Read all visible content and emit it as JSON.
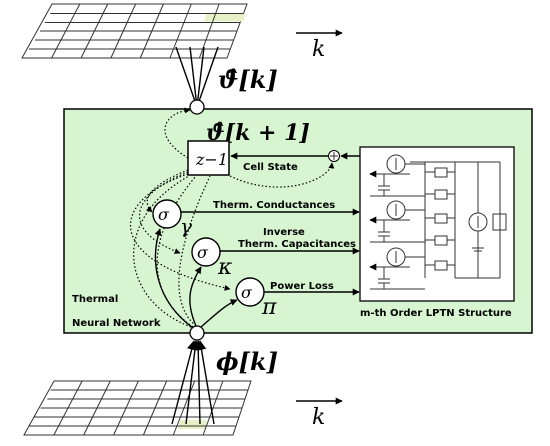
{
  "diagram": {
    "top_output_label": "ϑ̂[k]",
    "next_state_label": "ϑ̂[k + 1]",
    "bottom_input_label": "ϕ[k]",
    "time_axis_label": "k",
    "delay_block": "z−1",
    "cell_state_label": "Cell State",
    "thermal_nn_label_line1": "Thermal",
    "thermal_nn_label_line2": "Neural Network",
    "sigma_symbol": "σ",
    "gamma_symbol": "γ",
    "kappa_symbol": "κ",
    "pi_symbol": "π",
    "conductances_label": "Therm. Conductances",
    "capacitances_label_line1": "Inverse",
    "capacitances_label_line2": "Therm. Capacitances",
    "power_loss_label": "Power Loss",
    "lptn_label": "m-th Order LPTN Structure",
    "colors": {
      "network_background": "#d6f5d0",
      "highlight_cell": "#e8f0c8",
      "line": "#000000"
    }
  }
}
